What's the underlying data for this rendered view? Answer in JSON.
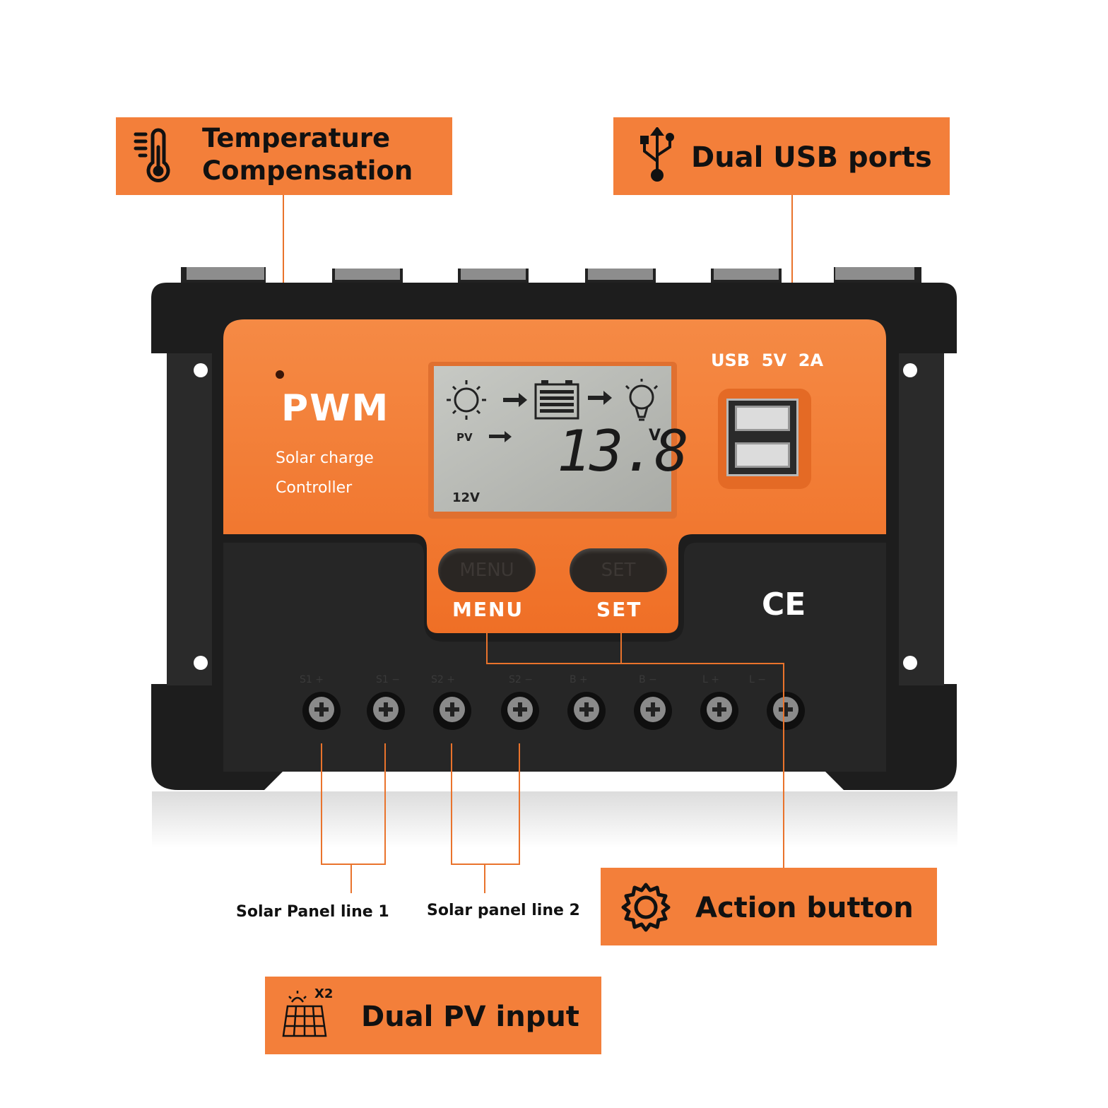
{
  "callouts": {
    "temperature": {
      "line1": "Temperature",
      "line2": "Compensation",
      "icon": "thermometer-icon"
    },
    "usb": {
      "label": "Dual USB ports",
      "icon": "usb-icon"
    },
    "action": {
      "label": "Action button",
      "icon": "gear-icon"
    },
    "pv": {
      "label": "Dual PV input",
      "icon": "solar-panel-icon",
      "badge": "X2"
    }
  },
  "labels": {
    "solar_line_1": "Solar Panel line 1",
    "solar_line_2": "Solar panel line 2"
  },
  "device": {
    "brand": "PWM",
    "subtitle_1": "Solar charge",
    "subtitle_2": "Controller",
    "usb_spec": "USB  5V  2A",
    "ce_mark": "CE",
    "lcd": {
      "pv_label": "PV",
      "voltage": "13.8",
      "unit": "V",
      "system_voltage": "12V"
    },
    "buttons": {
      "menu_cap": "MENU",
      "set_cap": "SET",
      "menu_label": "MENU",
      "set_label": "SET"
    },
    "terminal_marks": [
      "S1 +",
      "S1 −",
      "S2 +",
      "S2 −",
      "B +",
      "B −",
      "L +",
      "L −"
    ]
  },
  "colors": {
    "accent": "#f37f3a",
    "body": "#1b1b1b",
    "lcd": "#b9bbb6"
  }
}
